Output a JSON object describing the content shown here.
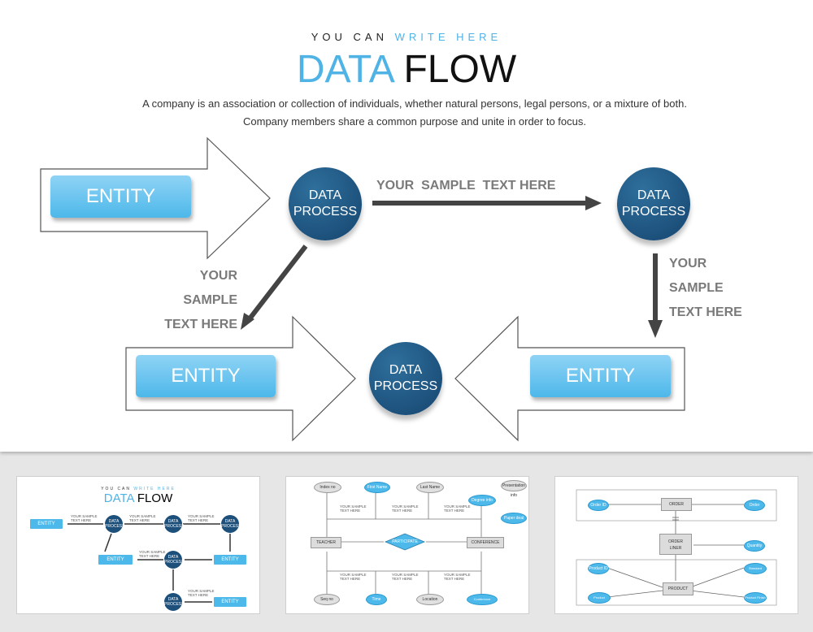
{
  "header": {
    "kicker_prefix": "YOU CAN",
    "kicker_highlight": "WRITE HERE",
    "title_part1": "DATA",
    "title_part2": "FLOW",
    "description": "A company is an association or collection of individuals, whether natural persons, legal persons, or a mixture of both. Company members share a common purpose and unite in order to focus."
  },
  "diagram": {
    "entities": [
      "ENTITY",
      "ENTITY",
      "ENTITY"
    ],
    "processes": [
      {
        "line1": "DATA",
        "line2": "PROCESS"
      },
      {
        "line1": "DATA",
        "line2": "PROCESS"
      },
      {
        "line1": "DATA",
        "line2": "PROCESS"
      }
    ],
    "label_top": "YOUR  SAMPLE  TEXT HERE",
    "label_left": [
      "YOUR",
      "SAMPLE",
      "TEXT HERE"
    ],
    "label_right": [
      "YOUR",
      "SAMPLE",
      "TEXT HERE"
    ]
  },
  "colors": {
    "accent": "#4fb3e6",
    "process": "#1c4f7a",
    "arrow": "#444444",
    "label": "#7a7a7a"
  },
  "thumbnails": {
    "t1": {
      "kicker_prefix": "YOU CAN",
      "kicker_highlight": "WRITE HERE",
      "title_part1": "DATA",
      "title_part2": "FLOW",
      "entities": [
        "ENTITY",
        "ENTITY",
        "ENTITY",
        "ENTITY"
      ],
      "process_line1": "DATA",
      "process_line2": "PROCESS",
      "sample_l1": "YOUR  SAMPLE",
      "sample_l2": "TEXT HERE"
    },
    "t2": {
      "top_nodes": [
        "Index no",
        "First Name",
        "Last Name",
        "Degree info",
        "Presentation info",
        "Paper deal"
      ],
      "left_node": "TEACHER",
      "center_node": "PARTICIPATE",
      "right_node": "CONFERENCE",
      "bottom_nodes": [
        "Seq no",
        "Time",
        "Location",
        "Conference Schedule"
      ],
      "sample_l1": "YOUR  SAMPLE",
      "sample_l2": "TEXT HERE"
    },
    "t3": {
      "order": "ORDER",
      "order_liner_l1": "ORDER",
      "order_liner_l2": "LINER",
      "product": "PRODUCT",
      "attrs_top": [
        "Order ID",
        "Order Date"
      ],
      "attr_mid": "Quantity",
      "attrs_bottom": [
        "Product ID",
        "Standard Price",
        "Product Description",
        "Product Finish"
      ]
    }
  }
}
